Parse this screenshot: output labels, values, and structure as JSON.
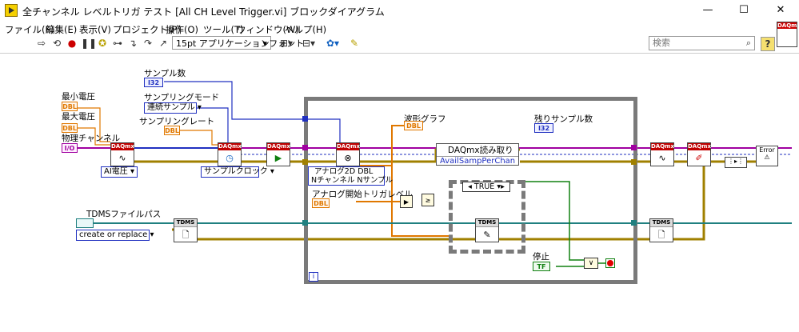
{
  "window": {
    "title": "全チャンネル レベルトリガ テスト [All CH Level Trigger.vi] ブロックダイアグラム",
    "minimize": "—",
    "maximize": "☐",
    "close": "✕"
  },
  "menu": [
    "ファイル(F)",
    "編集(E)",
    "表示(V)",
    "プロジェクト(P)",
    "操作(O)",
    "ツール(T)",
    "ウィンドウ(W)",
    "ヘルプ(H)"
  ],
  "toolbar": {
    "font": "15pt アプリケーションフォント",
    "search_placeholder": "検索",
    "help": "?",
    "corner_icon": "DAQmx"
  },
  "diagram": {
    "labels": {
      "min_voltage": "最小電圧",
      "max_voltage": "最大電圧",
      "physical_channel": "物理チャンネル",
      "samples": "サンプル数",
      "sample_mode": "サンプリングモード",
      "sample_rate": "サンプリングレート",
      "waveform_graph": "波形グラフ",
      "remaining_samples": "残りサンプル数",
      "trigger_level": "アナログ開始トリガレベル",
      "tdms_path": "TDMSファイルパス",
      "stop": "停止"
    },
    "constants": {
      "dbl": "DBL",
      "i32": "I32",
      "io": "I/O",
      "path": "",
      "tf": "TF",
      "error": "Error"
    },
    "enums": {
      "ai_voltage": "AI電圧",
      "continuous": "連続サンプル",
      "sample_clock": "サンプルクロック",
      "create_or_replace": "create or replace"
    },
    "read": {
      "line1": "アナログ2D DBL",
      "line2": "Nチャンネル Nサンプル"
    },
    "property": {
      "title": "DAQmx読み取り",
      "item": "AvailSampPerChan"
    },
    "case": "TRUE",
    "loop_index": "i",
    "vi_headers": {
      "daqmx": "DAQmx",
      "tdms": "TDMS"
    }
  },
  "colors": {
    "orange_wire": "#e07800",
    "blue_wire": "#2030c0",
    "pink_wire": "#a000a0",
    "error_wire": "#a08000",
    "teal_wire": "#208080",
    "green_wire": "#108010"
  }
}
